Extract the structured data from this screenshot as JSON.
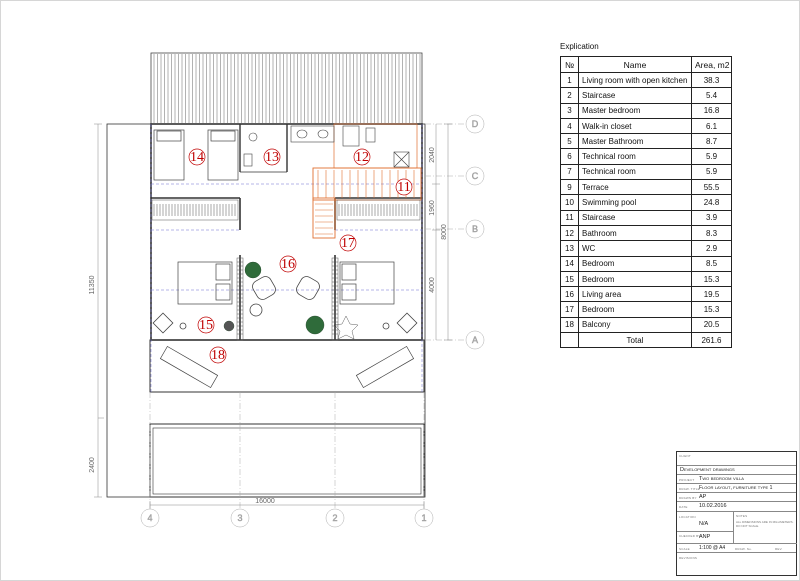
{
  "grid": {
    "horizontal": [
      "D",
      "C",
      "B",
      "A"
    ],
    "vertical": [
      "4",
      "3",
      "2",
      "1"
    ]
  },
  "dimensions": {
    "overall_width": "16000",
    "overall_height": "11350",
    "lower_height": "2400",
    "segments_right": [
      "2040",
      "1960",
      "4000"
    ],
    "span_right": "8000"
  },
  "room_labels": [
    "11",
    "12",
    "13",
    "14",
    "15",
    "16",
    "17",
    "18"
  ],
  "explication": {
    "caption": "Explication",
    "headers": [
      "№",
      "Name",
      "Area, m2"
    ],
    "rows": [
      {
        "no": "1",
        "name": "Living room with open kitchen",
        "area": "38.3"
      },
      {
        "no": "2",
        "name": "Staircase",
        "area": "5.4"
      },
      {
        "no": "3",
        "name": "Master bedroom",
        "area": "16.8"
      },
      {
        "no": "4",
        "name": "Walk-in closet",
        "area": "6.1"
      },
      {
        "no": "5",
        "name": "Master Bathroom",
        "area": "8.7"
      },
      {
        "no": "6",
        "name": "Technical room",
        "area": "5.9"
      },
      {
        "no": "7",
        "name": "Technical room",
        "area": "5.9"
      },
      {
        "no": "9",
        "name": "Terrace",
        "area": "55.5"
      },
      {
        "no": "10",
        "name": "Swimming pool",
        "area": "24.8"
      },
      {
        "no": "11",
        "name": "Staircase",
        "area": "3.9"
      },
      {
        "no": "12",
        "name": "Bathroom",
        "area": "8.3"
      },
      {
        "no": "13",
        "name": "WC",
        "area": "2.9"
      },
      {
        "no": "14",
        "name": "Bedroom",
        "area": "8.5"
      },
      {
        "no": "15",
        "name": "Bedroom",
        "area": "15.3"
      },
      {
        "no": "16",
        "name": "Living area",
        "area": "19.5"
      },
      {
        "no": "17",
        "name": "Bedroom",
        "area": "15.3"
      },
      {
        "no": "18",
        "name": "Balcony",
        "area": "20.5"
      }
    ],
    "total_label": "Total",
    "total_value": "261.6"
  },
  "title_block": {
    "client_label": "CLIENT",
    "stage": "Development drawings",
    "project_label": "PROJECT",
    "project": "Two bedroom villa",
    "drawing_label": "DRAW. TITLE",
    "drawing_title": "Floor layout, furniture type 1",
    "drawn_label": "DRAWN BY",
    "drawn_by": "AP",
    "date_label": "DATE",
    "date": "10.02.2016",
    "location_label": "LOCATION",
    "location": "N/A",
    "checked_label": "CHECKED BY",
    "checked_by": "ANP",
    "scale_label": "SCALE",
    "scale": "1:100 @ A4",
    "notes_label": "NOTES",
    "notes": "ALL DIMENSIONS ARE IN MILLIMETERS. DO NOT SCALE.",
    "drawing_no_label": "DRAW. No.",
    "rev_label": "REV.",
    "revisions_label": "REVISIONS"
  }
}
